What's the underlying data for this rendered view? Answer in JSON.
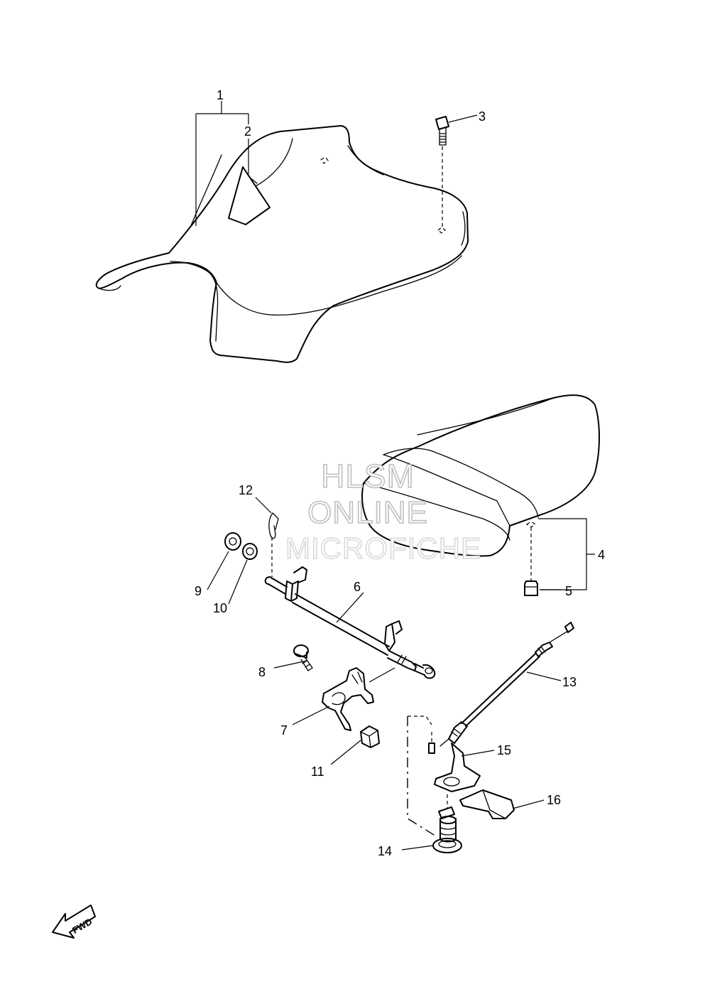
{
  "diagram": {
    "callouts": [
      {
        "id": "1",
        "label": "1"
      },
      {
        "id": "2",
        "label": "2"
      },
      {
        "id": "3",
        "label": "3"
      },
      {
        "id": "4",
        "label": "4"
      },
      {
        "id": "5",
        "label": "5"
      },
      {
        "id": "6",
        "label": "6"
      },
      {
        "id": "7",
        "label": "7"
      },
      {
        "id": "8",
        "label": "8"
      },
      {
        "id": "9",
        "label": "9"
      },
      {
        "id": "10",
        "label": "10"
      },
      {
        "id": "11",
        "label": "11"
      },
      {
        "id": "12",
        "label": "12"
      },
      {
        "id": "13",
        "label": "13"
      },
      {
        "id": "14",
        "label": "14"
      },
      {
        "id": "15",
        "label": "15"
      },
      {
        "id": "16",
        "label": "16"
      }
    ],
    "fwd_arrow": {
      "label": "FWD"
    }
  },
  "watermark": {
    "line1": "HLSM",
    "line2": "ONLINE",
    "line3": "MICROFICHE",
    "color": "#bfbfbf",
    "color_light": "#d9d9d9"
  },
  "colors": {
    "ink": "#000000",
    "background": "#ffffff"
  }
}
